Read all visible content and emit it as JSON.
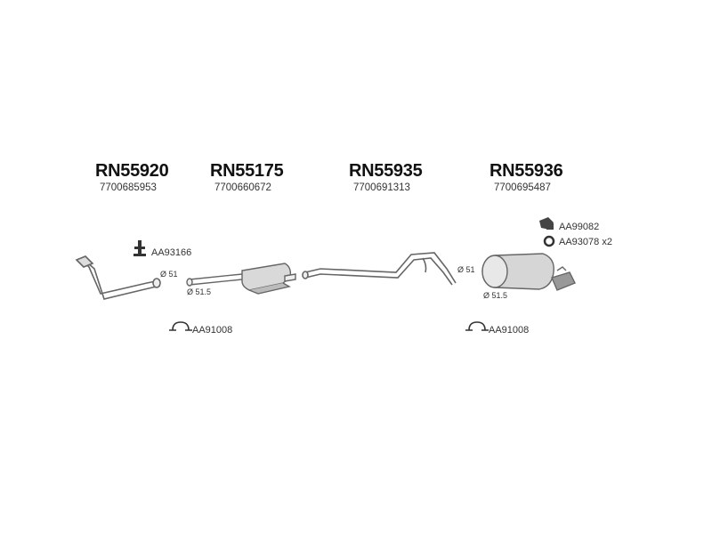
{
  "parts": [
    {
      "code": "RN55920",
      "oem": "7700685953",
      "diameter": "Ø 51"
    },
    {
      "code": "RN55175",
      "oem": "7700660672",
      "diameter": "Ø 51.5"
    },
    {
      "code": "RN55935",
      "oem": "7700691313",
      "diameter": "Ø 51"
    },
    {
      "code": "RN55936",
      "oem": "7700695487",
      "diameter": "Ø 51.5"
    }
  ],
  "accessories": {
    "mount_1": "AA93166",
    "clamp_left": "AA91008",
    "clamp_right": "AA91008",
    "hanger": "AA99082",
    "ring": "AA93078",
    "ring_qty": "x2"
  },
  "colors": {
    "line": "#666666",
    "fill": "#d9d9d9",
    "dark": "#333333"
  }
}
